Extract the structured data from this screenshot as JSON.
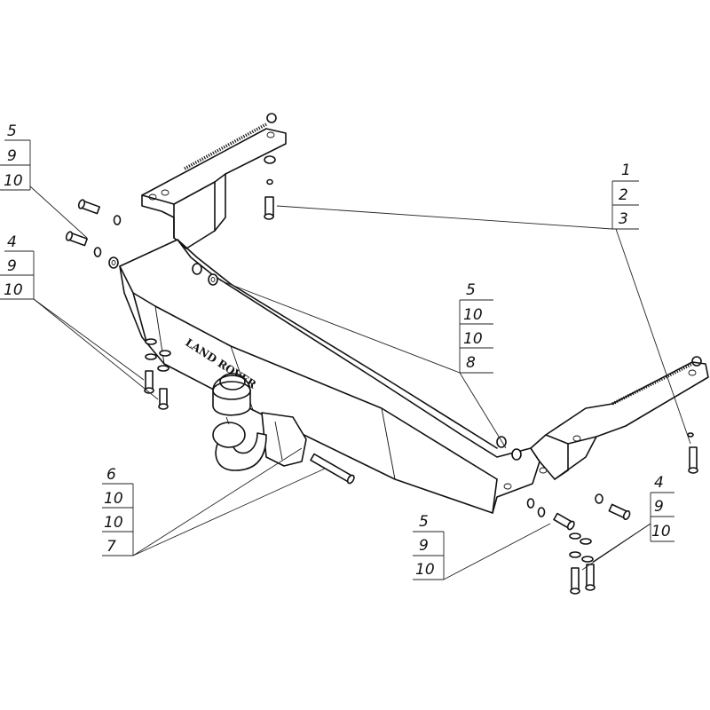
{
  "diagram": {
    "brand_text": "LAND ROVER",
    "callouts": [
      {
        "id": "callout-top-left",
        "numbers": [
          "5",
          "9",
          "10"
        ]
      },
      {
        "id": "callout-mid-left",
        "numbers": [
          "4",
          "9",
          "10"
        ]
      },
      {
        "id": "callout-top-right",
        "numbers": [
          "1",
          "2",
          "3"
        ]
      },
      {
        "id": "callout-center-right",
        "numbers": [
          "5",
          "10",
          "10",
          "8"
        ]
      },
      {
        "id": "callout-bottom-left",
        "numbers": [
          "6",
          "10",
          "10",
          "7"
        ]
      },
      {
        "id": "callout-bottom-center",
        "numbers": [
          "5",
          "9",
          "10"
        ]
      },
      {
        "id": "callout-bottom-right",
        "numbers": [
          "4",
          "9",
          "10"
        ]
      }
    ]
  }
}
